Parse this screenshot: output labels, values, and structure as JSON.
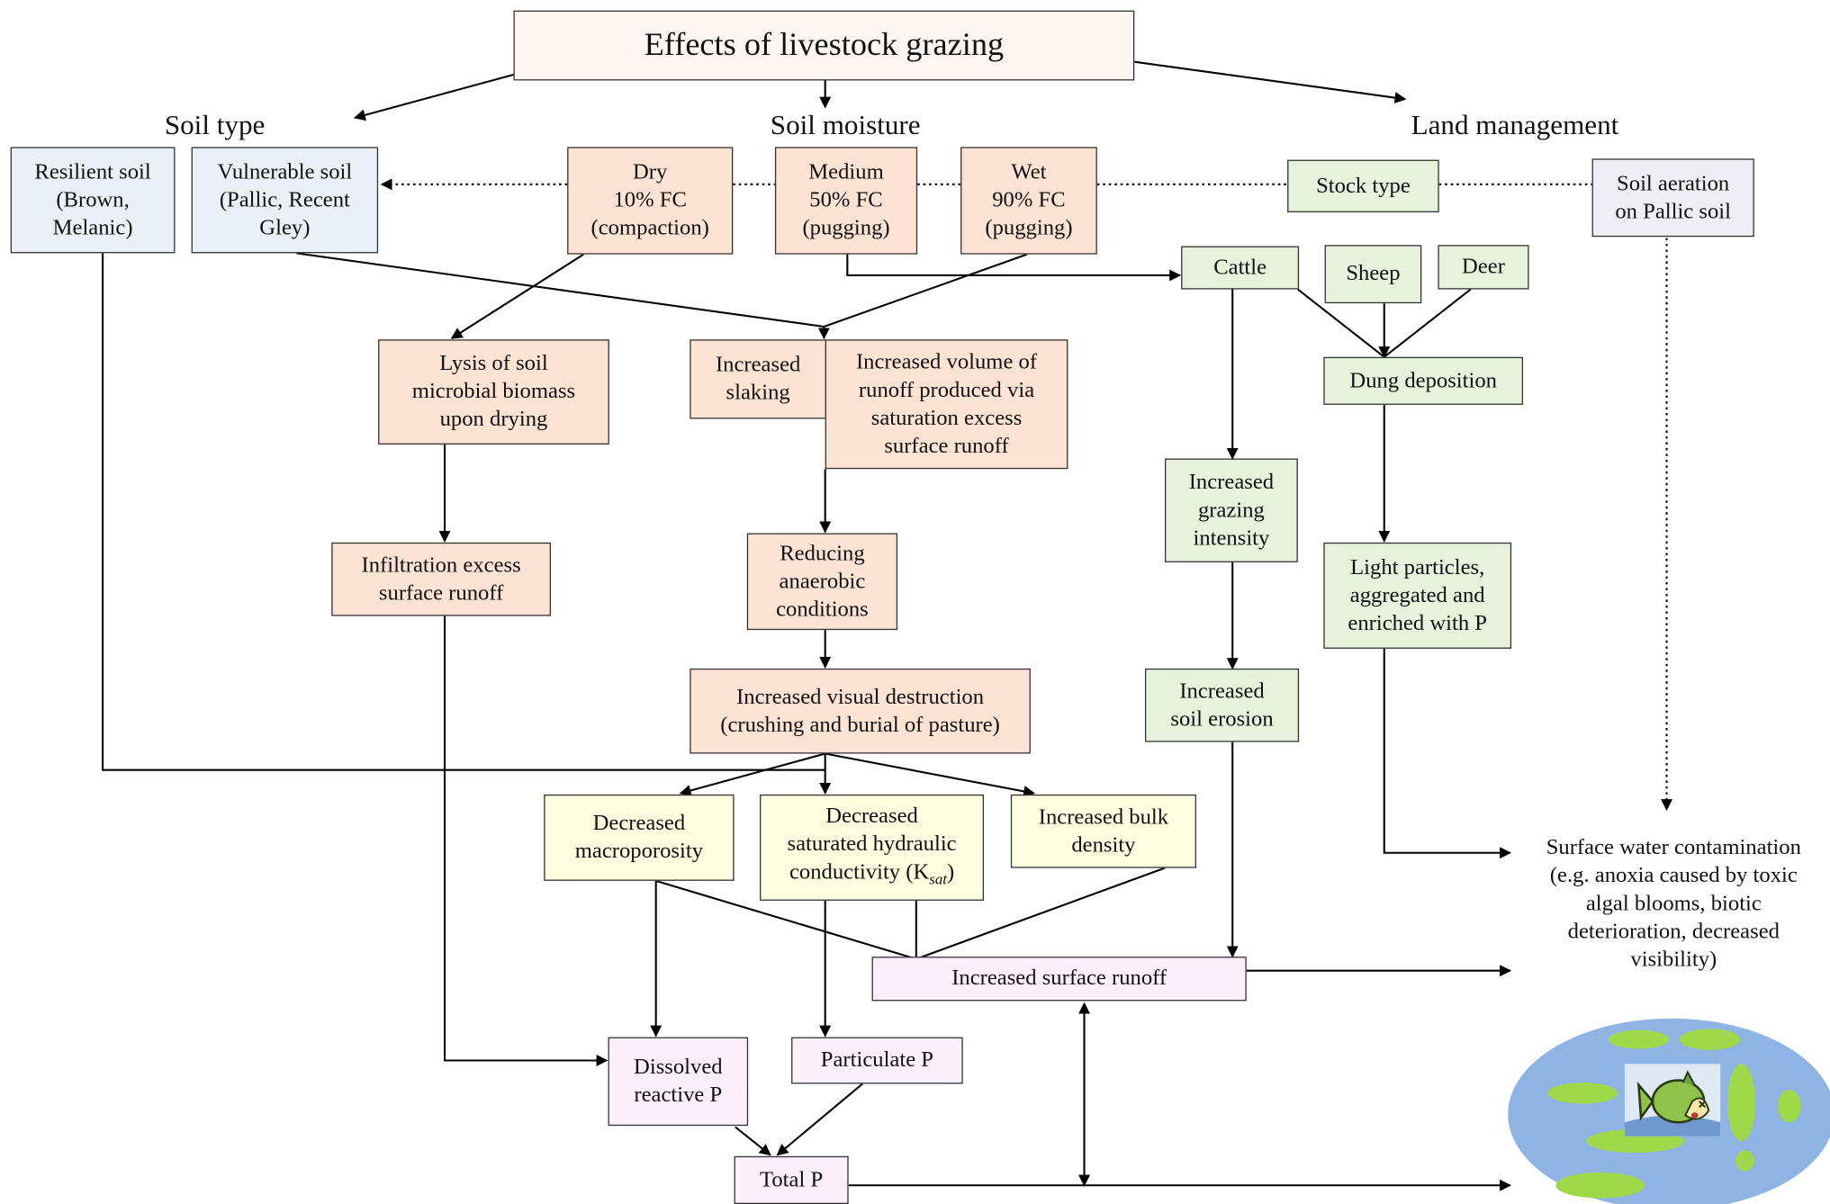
{
  "title": "Effects of livestock grazing",
  "headings": {
    "soil_type": "Soil type",
    "soil_moisture": "Soil moisture",
    "land_management": "Land management"
  },
  "soil_type": {
    "resilient": [
      "Resilient soil",
      "(Brown,",
      "Melanic)"
    ],
    "vulnerable": [
      "Vulnerable soil",
      "(Pallic, Recent",
      "Gley)"
    ]
  },
  "moisture": {
    "dry": [
      "Dry",
      "10% FC",
      "(compaction)"
    ],
    "medium": [
      "Medium",
      "50% FC",
      "(pugging)"
    ],
    "wet": [
      "Wet",
      "90% FC",
      "(pugging)"
    ]
  },
  "management": {
    "stock_type": "Stock type",
    "soil_aeration": [
      "Soil aeration",
      "on Pallic soil"
    ],
    "cattle": "Cattle",
    "sheep": "Sheep",
    "deer": "Deer",
    "dung_deposition": "Dung deposition",
    "grazing_intensity": [
      "Increased",
      "grazing",
      "intensity"
    ],
    "light_particles": [
      "Light particles,",
      "aggregated and",
      "enriched with P"
    ],
    "soil_erosion": [
      "Increased",
      "soil erosion"
    ]
  },
  "processes": {
    "lysis": [
      "Lysis of soil",
      "microbial biomass",
      "upon drying"
    ],
    "slaking": [
      "Increased",
      "slaking"
    ],
    "runoff_volume": [
      "Increased volume of",
      "runoff produced via",
      "saturation excess",
      "surface runoff"
    ],
    "infiltration_excess": [
      "Infiltration excess",
      "surface runoff"
    ],
    "anaerobic": [
      "Reducing",
      "anaerobic",
      "conditions"
    ],
    "visual_destruction": [
      "Increased visual destruction",
      "(crushing and burial of pasture)"
    ]
  },
  "effects": {
    "macroporosity": [
      "Decreased",
      "macroporosity"
    ],
    "ksat": [
      "Decreased",
      "saturated hydraulic"
    ],
    "ksat_last": "conductivity (K",
    "ksat_sub": "sat",
    "ksat_close": ")",
    "bulk_density": [
      "Increased bulk",
      "density"
    ]
  },
  "outputs": {
    "surface_runoff": "Increased surface runoff",
    "dissolved_p": [
      "Dissolved",
      "reactive P"
    ],
    "particulate_p": "Particulate P",
    "total_p": "Total P",
    "contamination": [
      "Surface water contamination",
      "(e.g. anoxia caused by toxic",
      "algal blooms, biotic",
      "deterioration, decreased",
      "visibility)"
    ]
  },
  "colors": {
    "blue_box": "#eaf0f6",
    "orange_box": "#fce3d3",
    "green_box": "#e7f1dc",
    "yellow_box": "#fefee0",
    "pink_box": "#fdf0fb",
    "lake": "#8fb3e3",
    "algae": "#9fd94a"
  },
  "icons": {
    "lake": "polluted-lake-icon",
    "fish": "dead-fish-icon"
  }
}
